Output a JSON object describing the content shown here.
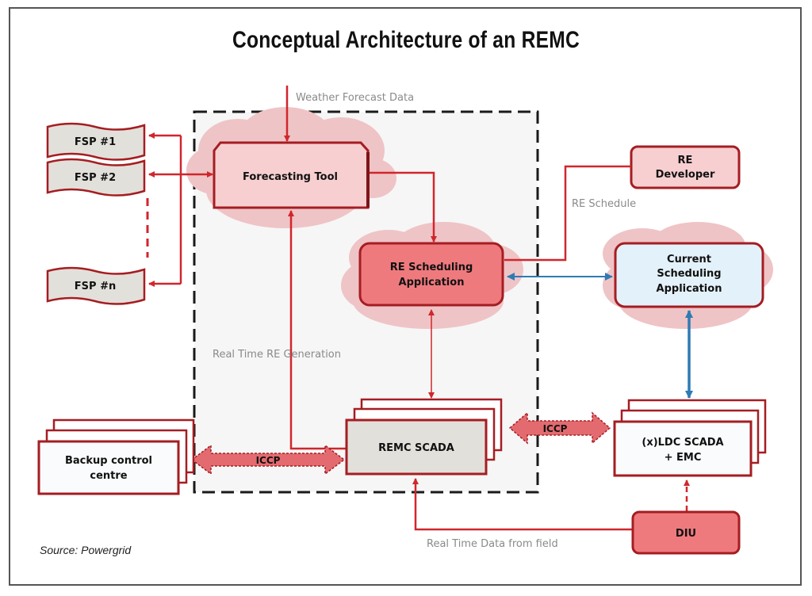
{
  "title": "Conceptual Architecture of an REMC",
  "source": "Source: Powergrid",
  "colors": {
    "red_line": "#d0262c",
    "dark_red_border": "#a51d22",
    "cloud_pink": "#efc4c6",
    "light_pink_fill": "#f7cfd1",
    "medium_red_fill": "#ef7a7e",
    "light_blue_fill": "#e3f1fa",
    "blue_arrow": "#2e7bb4",
    "grey_box": "#e2e0da",
    "label_grey": "#8a8a8a"
  },
  "nodes": {
    "fsp1": "FSP #1",
    "fsp2": "FSP #2",
    "fspn": "FSP #n",
    "forecasting_tool": "Forecasting Tool",
    "re_scheduling": [
      "RE Scheduling",
      "Application"
    ],
    "re_developer": [
      "RE",
      "Developer"
    ],
    "current_scheduling": [
      "Current",
      "Scheduling",
      "Application"
    ],
    "remc_scada": "REMC SCADA",
    "ldc_scada": [
      "(x)LDC SCADA",
      "+ EMC"
    ],
    "backup_control": [
      "Backup control",
      "centre"
    ],
    "diu": "DIU"
  },
  "flows": {
    "weather_forecast": "Weather Forecast Data",
    "re_schedule": "RE Schedule",
    "real_time_re_generation": "Real Time RE Generation",
    "real_time_data_field": "Real Time Data from field",
    "iccp_left": "ICCP",
    "iccp_right": "ICCP"
  }
}
